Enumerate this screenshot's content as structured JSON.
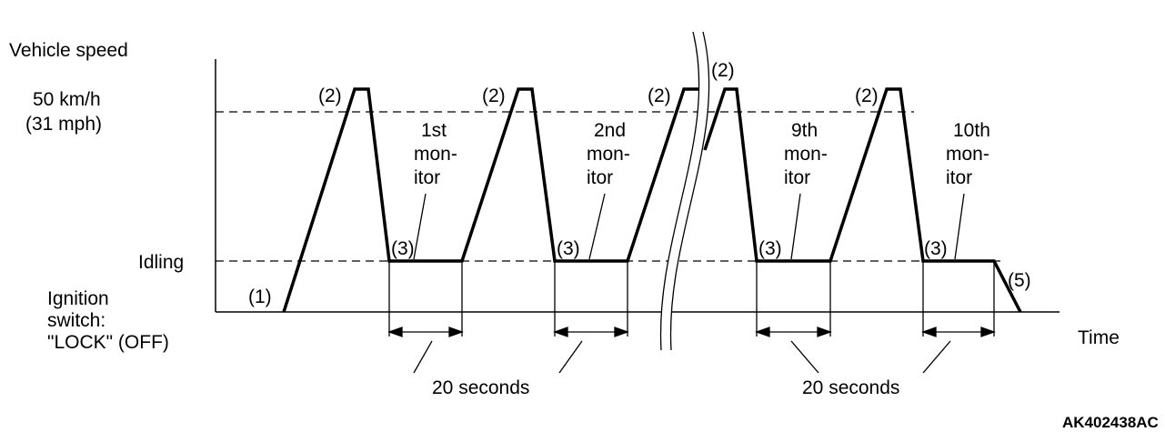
{
  "y_axis_label": "Vehicle speed",
  "x_axis_label": "Time",
  "speed_label_1": "50 km/h",
  "speed_label_2": "(31 mph)",
  "idling_label": "Idling",
  "ignition_label": [
    "Ignition",
    "switch:",
    "\"LOCK\" (OFF)"
  ],
  "step_labels": {
    "s1": "(1)",
    "s2": "(2)",
    "s3": "(3)",
    "s5": "(5)"
  },
  "monitors": [
    [
      "1st",
      "mon-",
      "itor"
    ],
    [
      "2nd",
      "mon-",
      "itor"
    ],
    [
      "9th",
      "mon-",
      "itor"
    ],
    [
      "10th",
      "mon-",
      "itor"
    ]
  ],
  "duration_label": "20 seconds",
  "figure_code": "AK402438AC"
}
